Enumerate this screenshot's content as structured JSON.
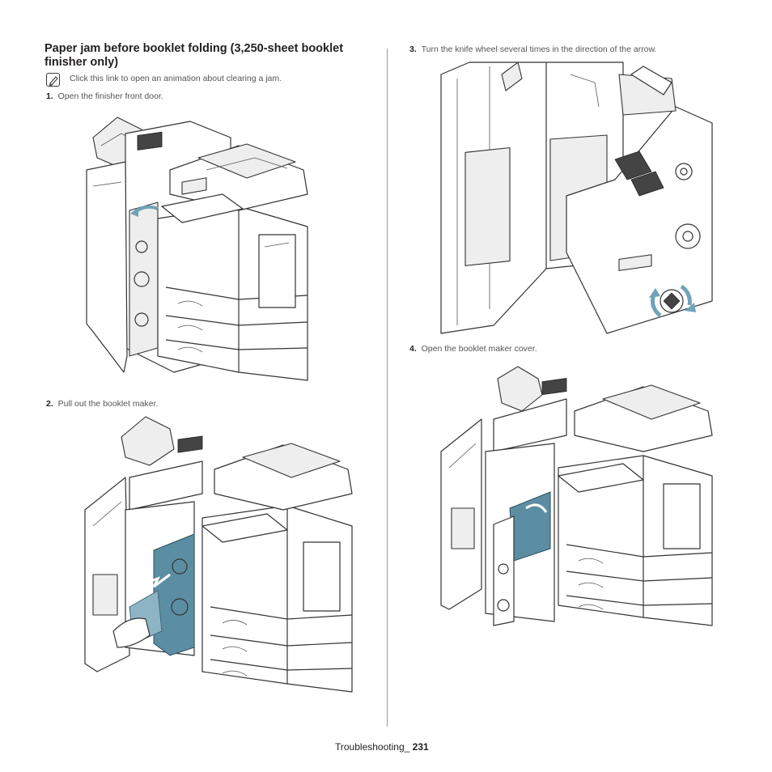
{
  "section": {
    "title": "Paper jam before booklet folding (3,250-sheet booklet finisher only)",
    "note_icon": "note-pencil-icon",
    "note_text": "Click this link to open an animation about clearing a jam."
  },
  "steps": [
    {
      "num": "1.",
      "text": "Open the finisher front door."
    },
    {
      "num": "2.",
      "text": "Pull out the booklet maker."
    },
    {
      "num": "3.",
      "text": "Turn the knife wheel several times in the direction of the arrow."
    },
    {
      "num": "4.",
      "text": "Open the booklet maker cover."
    }
  ],
  "colors": {
    "highlight": "#5b8ea3",
    "arrow": "#6fa3b8"
  },
  "footer": {
    "label": "Troubleshooting_",
    "page": "231"
  }
}
